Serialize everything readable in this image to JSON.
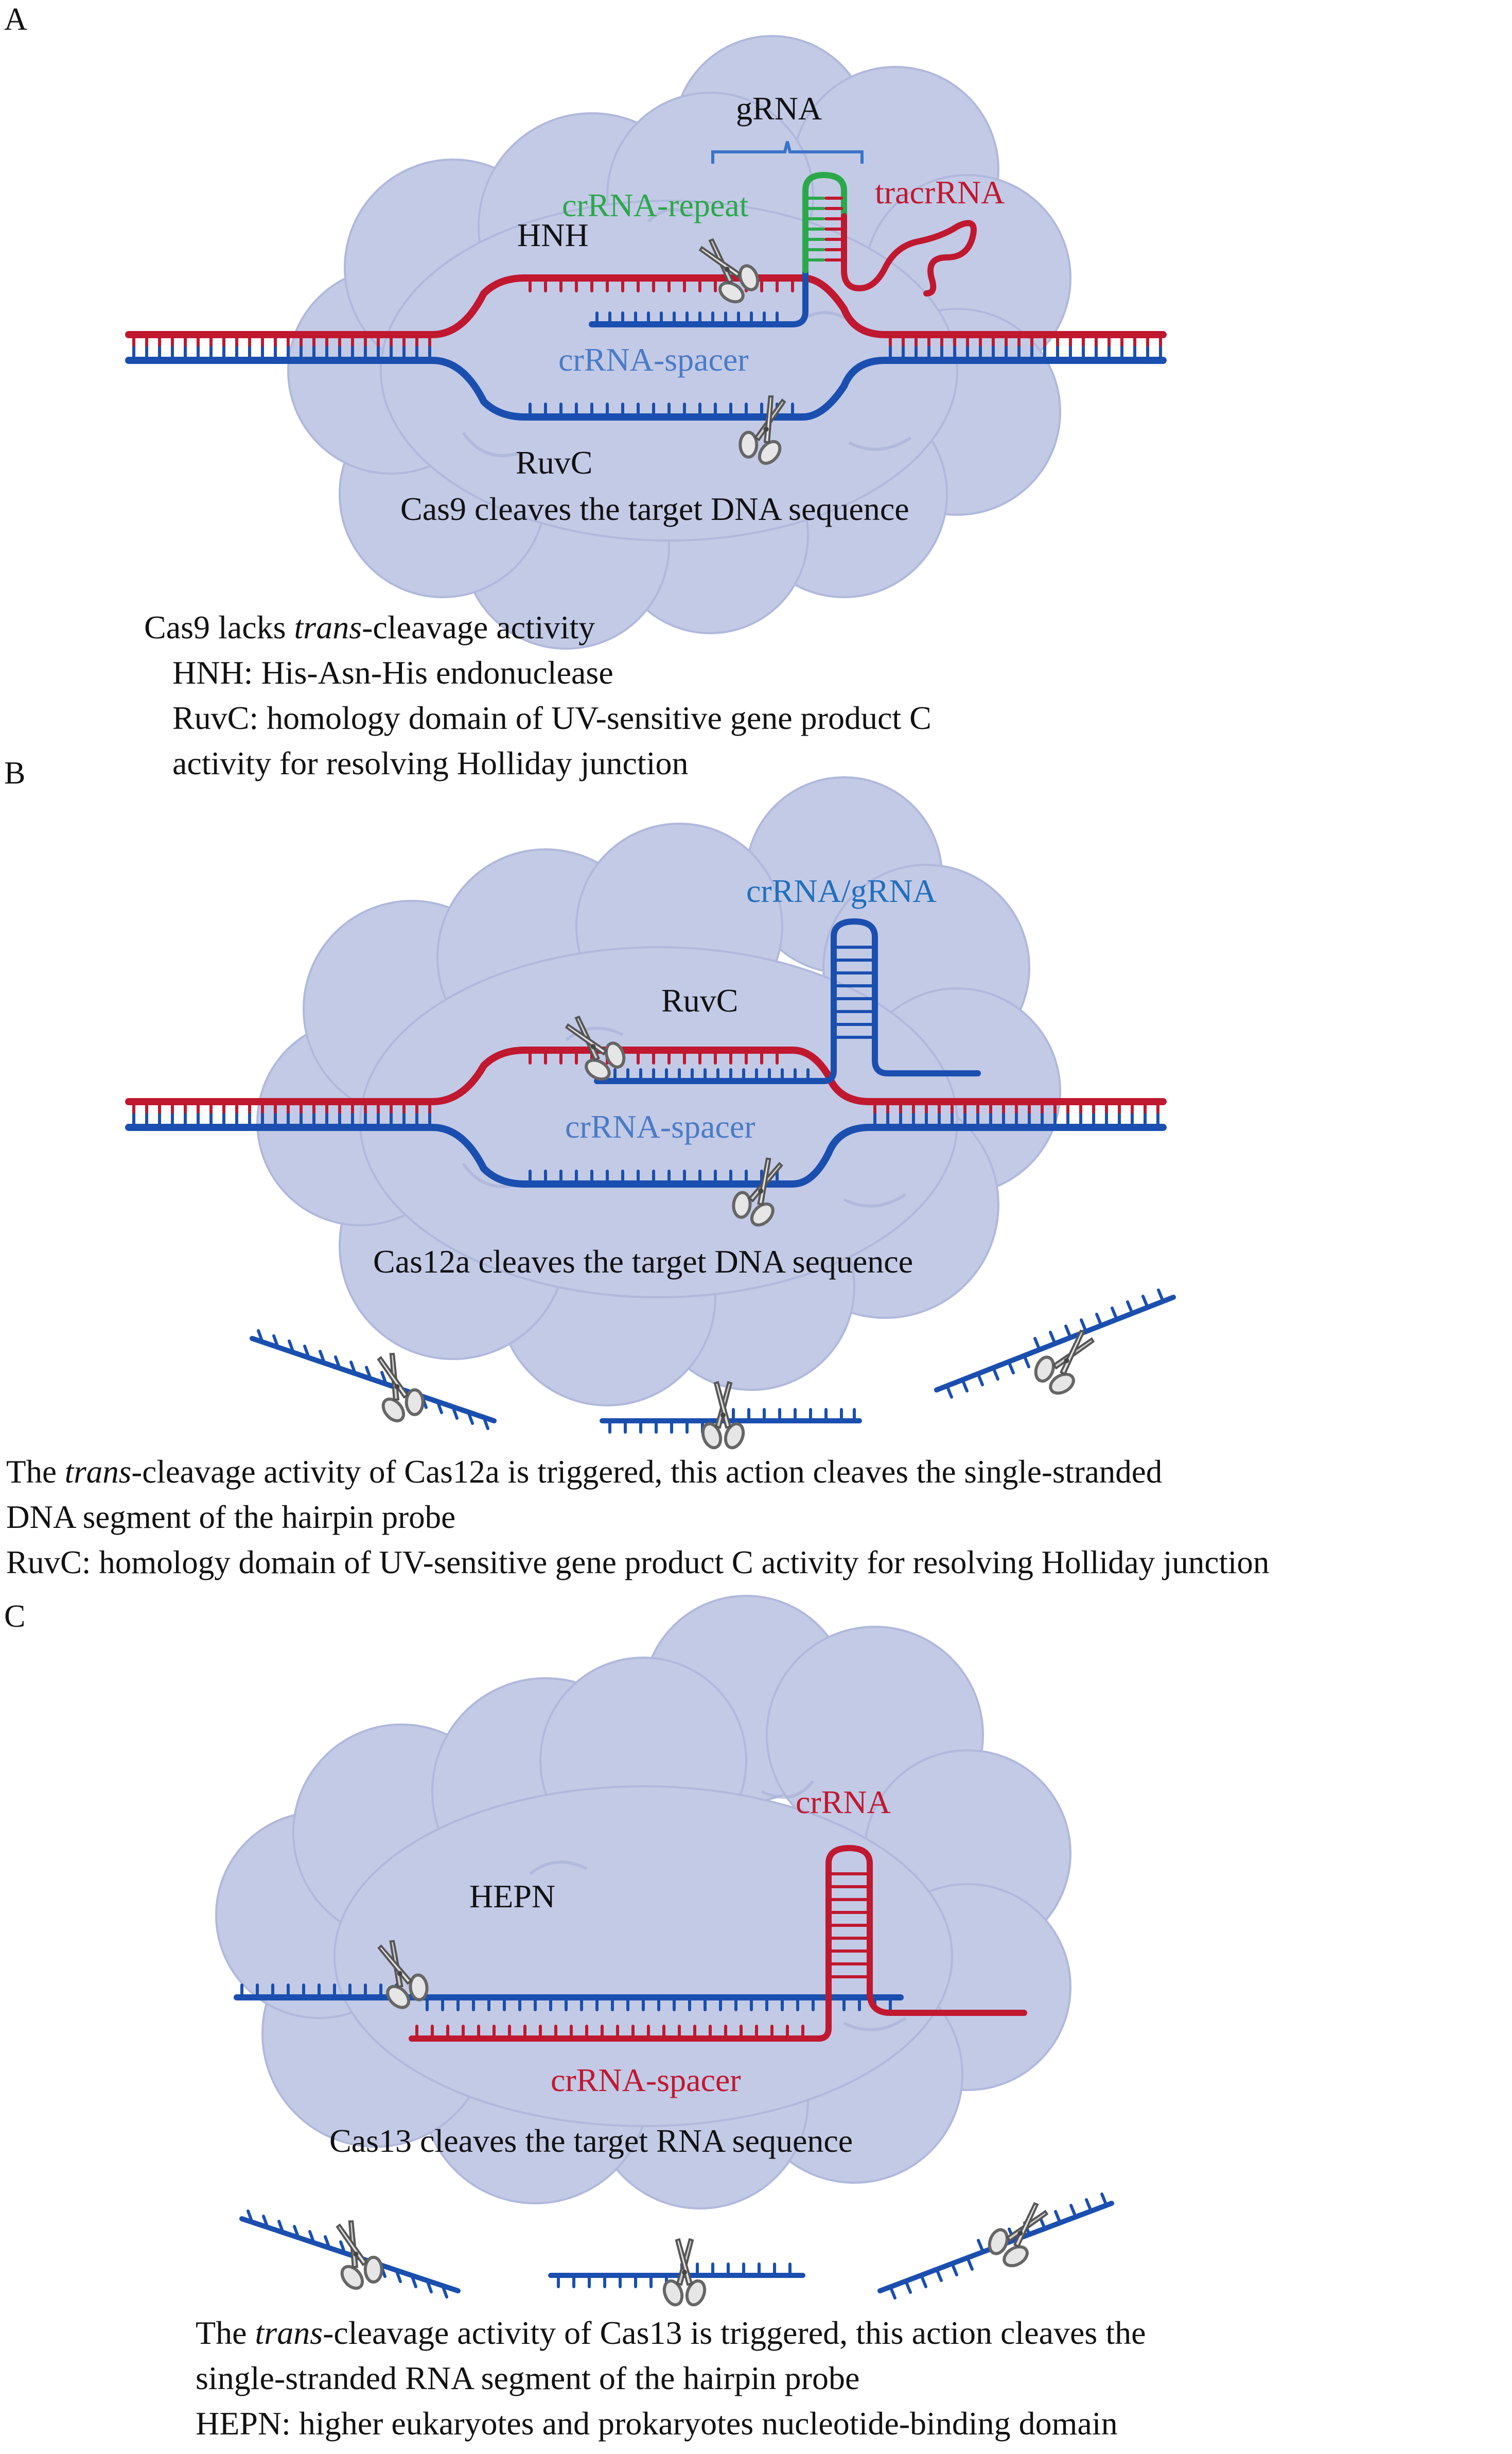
{
  "panels": {
    "A": {
      "letter": "A",
      "labels": {
        "grna": "gRNA",
        "crrna_repeat": "crRNA-repeat",
        "tracrrna": "tracrRNA",
        "hnh": "HNH",
        "crrna_spacer": "crRNA-spacer",
        "ruvc": "RuvC",
        "title": "Cas9 cleaves the target DNA sequence"
      },
      "notes": {
        "line1_pre": "Cas9 lacks ",
        "line1_italic": "trans",
        "line1_post": "-cleavage activity",
        "line2": "HNH: His-Asn-His endonuclease",
        "line3": "RuvC: homology domain of UV-sensitive gene product C",
        "line4": "activity for resolving Holliday junction"
      }
    },
    "B": {
      "letter": "B",
      "labels": {
        "crrna_grna": "crRNA/gRNA",
        "ruvc": "RuvC",
        "crrna_spacer": "crRNA-spacer",
        "title": "Cas12a cleaves the target DNA sequence"
      },
      "notes": {
        "line1_pre": "The ",
        "line1_italic": "trans",
        "line1_post": "-cleavage activity of Cas12a is triggered, this action cleaves the single-stranded",
        "line2": "DNA segment of the hairpin probe",
        "line3": "RuvC: homology domain of UV-sensitive gene product C activity for resolving Holliday junction"
      }
    },
    "C": {
      "letter": "C",
      "labels": {
        "crrna": "crRNA",
        "hepn": "HEPN",
        "crrna_spacer": "crRNA-spacer",
        "title": "Cas13 cleaves the target RNA sequence"
      },
      "notes": {
        "line1_pre": "The ",
        "line1_italic": "trans",
        "line1_post": "-cleavage activity of Cas13 is triggered, this action cleaves the",
        "line2": "single-stranded RNA segment of the hairpin probe",
        "line3": "HEPN: higher eukaryotes and prokaryotes nucleotide-binding domain"
      }
    }
  },
  "colors": {
    "dna_red": "#c0182f",
    "dna_blue": "#1a4fb0",
    "crrna_repeat_green": "#2aa84a",
    "tracrrna_red": "#c0182f",
    "spacer_label_blue": "#4a7bc6",
    "crrna_grna_blue": "#1f6fbf",
    "protein_fill": "#c3cae6",
    "protein_outline": "#aab3d8"
  },
  "icons": [
    "scissors-icon",
    "brace-icon"
  ]
}
